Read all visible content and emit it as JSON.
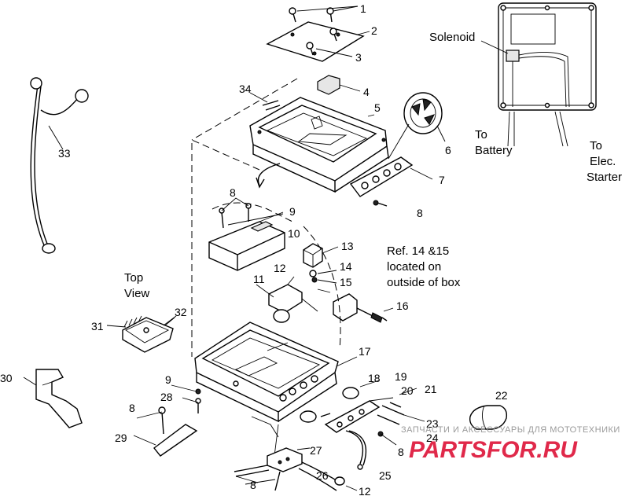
{
  "callouts": [
    "1",
    "2",
    "3",
    "4",
    "5",
    "6",
    "7",
    "8",
    "8",
    "9",
    "10",
    "13",
    "14",
    "15",
    "11",
    "12",
    "16",
    "17",
    "18",
    "19",
    "20",
    "21",
    "22",
    "23",
    "24",
    "8",
    "25",
    "27",
    "26",
    "12",
    "8",
    "29",
    "9",
    "28",
    "8",
    "30",
    "31",
    "32",
    "33",
    "34"
  ],
  "notes": {
    "solenoid": "Solenoid",
    "to_battery_1": "To",
    "to_battery_2": "Battery",
    "to_starter_1": "To",
    "to_starter_2": "Elec.",
    "to_starter_3": "Starter",
    "ref_1": "Ref. 14 &15",
    "ref_2": "located on",
    "ref_3": "outside of box",
    "top_view_1": "Top",
    "top_view_2": "View"
  },
  "watermark": {
    "line1": "ЗАПЧАСТИ И АКСЕССУАРЫ ДЛЯ МОТОТЕХНИКИ",
    "line2": "PARTSFOR.RU"
  },
  "colors": {
    "ink": "#000000",
    "watermark_red": "#e0294a",
    "watermark_gray": "#9a9a9a"
  }
}
